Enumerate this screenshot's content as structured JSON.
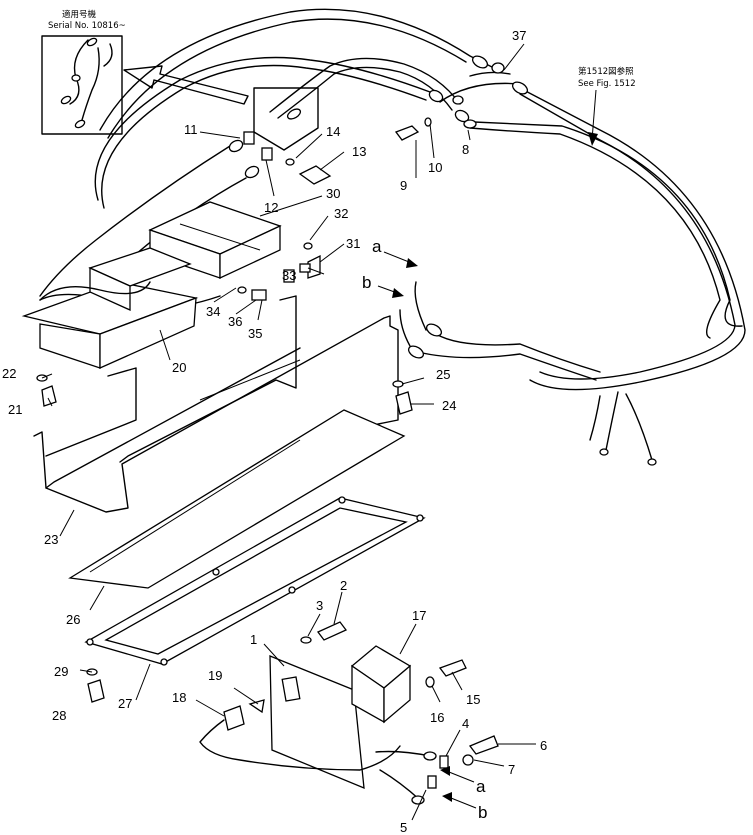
{
  "inset_note": {
    "line1": "適用号機",
    "line2": "Serial No. 10816~"
  },
  "see_ref": {
    "line1": "第1512図参照",
    "line2": "See Fig. 1512"
  },
  "labels": {
    "p1": "1",
    "p2": "2",
    "p3": "3",
    "p4": "4",
    "p5": "5",
    "p6": "6",
    "p7": "7",
    "p8": "8",
    "p9": "9",
    "p10": "10",
    "p11": "11",
    "p12": "12",
    "p13": "13",
    "p14": "14",
    "p15": "15",
    "p16": "16",
    "p17": "17",
    "p18": "18",
    "p19": "19",
    "p20": "20",
    "p21": "21",
    "p22": "22",
    "p23": "23",
    "p24": "24",
    "p25": "25",
    "p26": "26",
    "p27": "27",
    "p28": "28",
    "p29": "29",
    "p30": "30",
    "p31": "31",
    "p32": "32",
    "p33": "33",
    "p34": "34",
    "p35": "35",
    "p36": "36",
    "p37": "37",
    "a_top": "a",
    "b_top": "b",
    "a_bot": "a",
    "b_bot": "b"
  }
}
